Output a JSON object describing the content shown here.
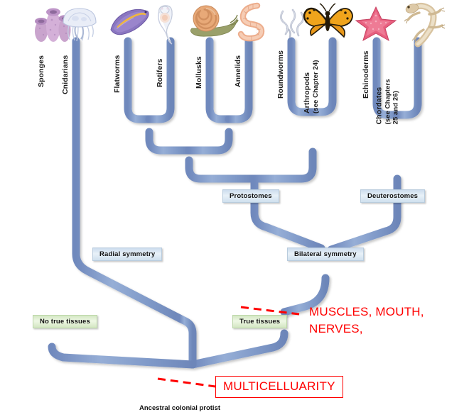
{
  "figure": {
    "title": "Animal phylogenetic tree",
    "root_caption": "Ancestral colonial protist",
    "branch_color": "#7f99c8",
    "annotation_color": "#FF0000"
  },
  "tips": [
    {
      "id": "sponges",
      "label": "Sponges",
      "sub": "",
      "organism": "sponge-illustration"
    },
    {
      "id": "cnidarians",
      "label": "Cnidarians",
      "sub": "",
      "organism": "jellyfish-illustration"
    },
    {
      "id": "flatworms",
      "label": "Flatworms",
      "sub": "",
      "organism": "flatworm-illustration"
    },
    {
      "id": "rotifers",
      "label": "Rotifers",
      "sub": "",
      "organism": "rotifer-illustration"
    },
    {
      "id": "mollusks",
      "label": "Mollusks",
      "sub": "",
      "organism": "snail-illustration"
    },
    {
      "id": "annelids",
      "label": "Annelids",
      "sub": "",
      "organism": "earthworm-illustration"
    },
    {
      "id": "roundworms",
      "label": "Roundworms",
      "sub": "",
      "organism": "roundworm-illustration"
    },
    {
      "id": "arthropods",
      "label": "Arthropods",
      "sub": "(see Chapter 24)",
      "organism": "butterfly-illustration"
    },
    {
      "id": "echinoderms",
      "label": "Echinoderms",
      "sub": "",
      "organism": "seastar-illustration"
    },
    {
      "id": "chordates",
      "label": "Chordates",
      "sub": "(see Chapters\n25 and 26)",
      "organism": "lizard-illustration"
    }
  ],
  "node_labels": [
    {
      "id": "protostomes",
      "text": "Protostomes",
      "style": "blue"
    },
    {
      "id": "deuterostomes",
      "text": "Deuterostomes",
      "style": "blue"
    },
    {
      "id": "radial-symmetry",
      "text": "Radial symmetry",
      "style": "blue"
    },
    {
      "id": "bilateral-symmetry",
      "text": "Bilateral symmetry",
      "style": "blue"
    },
    {
      "id": "no-true-tissues",
      "text": "No true tissues",
      "style": "green"
    },
    {
      "id": "true-tissues",
      "text": "True tissues",
      "style": "green"
    }
  ],
  "annotations": {
    "tissues_note": "MUSCLES, MOUTH,\nNERVES,",
    "multicellularity_note": "MULTICELLUARITY"
  }
}
